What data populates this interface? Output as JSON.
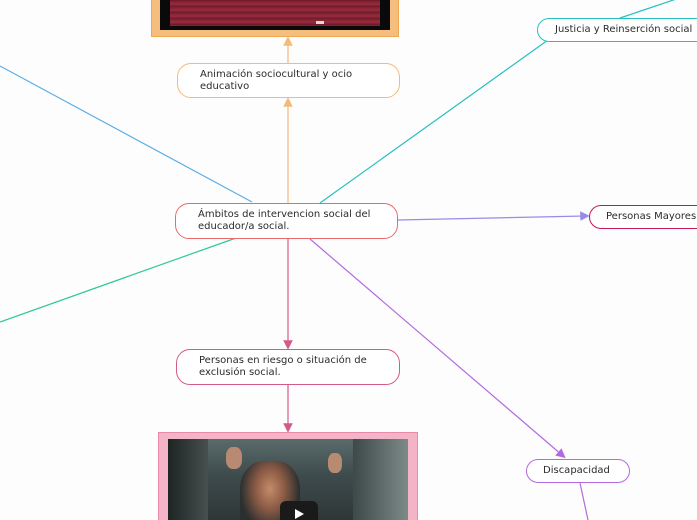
{
  "nodes": {
    "central": "Ámbitos de intervencion social del educador/a social.",
    "animacion": "Animación sociocultural y ocio educativo",
    "riesgo": "Personas en riesgo o situación de exclusión social.",
    "justicia": "Justicia y Reinserción social",
    "mayores": "Personas Mayores",
    "discapacidad": "Discapacidad"
  },
  "icons": {
    "video_play": "play-icon"
  },
  "colors": {
    "animacion": "#f5b97a",
    "central": "#e86a6a",
    "riesgo": "#d55a8a",
    "justicia": "#26c0c0",
    "mayores": "#c2185b",
    "discapacidad": "#b36ae0",
    "link_blue": "#5aaee6",
    "link_green": "#2fc79a",
    "link_purple": "#9a8ae8"
  }
}
